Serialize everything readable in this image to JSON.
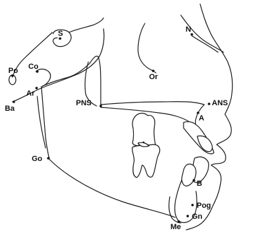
{
  "diagram": {
    "landmarks": [
      {
        "id": "S",
        "label": "S"
      },
      {
        "id": "N",
        "label": "N"
      },
      {
        "id": "Po",
        "label": "Po"
      },
      {
        "id": "Co",
        "label": "Co"
      },
      {
        "id": "Ar",
        "label": "Ar"
      },
      {
        "id": "Ba",
        "label": "Ba"
      },
      {
        "id": "Or",
        "label": "Or"
      },
      {
        "id": "PNS",
        "label": "PNS"
      },
      {
        "id": "ANS",
        "label": "ANS"
      },
      {
        "id": "A",
        "label": "A"
      },
      {
        "id": "Go",
        "label": "Go"
      },
      {
        "id": "B",
        "label": "B"
      },
      {
        "id": "Pog",
        "label": "Pog"
      },
      {
        "id": "Gn",
        "label": "Gn"
      },
      {
        "id": "Me",
        "label": "Me"
      }
    ]
  }
}
